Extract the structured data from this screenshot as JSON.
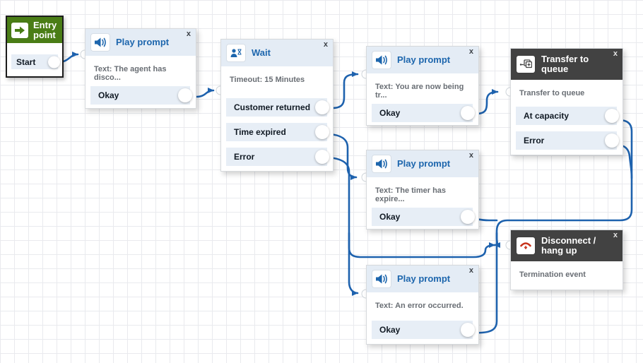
{
  "colors": {
    "connector": "#1e62ae",
    "entry_header": "#4a7d16",
    "dark_header": "#424242",
    "light_header": "#e4ecf5",
    "row_bg": "#e7eef6",
    "title_blue": "#1d66ad",
    "disconnect_red": "#c7331b"
  },
  "nodes": {
    "entry": {
      "title": "Entry point",
      "outputs": [
        "Start"
      ]
    },
    "play_prompt_1": {
      "title": "Play prompt",
      "close": "x",
      "desc": "Text: The agent has disco...",
      "outputs": [
        "Okay"
      ]
    },
    "wait": {
      "title": "Wait",
      "close": "x",
      "desc": "Timeout: 15 Minutes",
      "outputs": [
        "Customer returned",
        "Time expired",
        "Error"
      ]
    },
    "play_prompt_2": {
      "title": "Play prompt",
      "close": "x",
      "desc": "Text: You are now being tr...",
      "outputs": [
        "Okay"
      ]
    },
    "transfer_to_queue": {
      "title": "Transfer to queue",
      "close": "x",
      "desc": "Transfer to queue",
      "outputs": [
        "At capacity",
        "Error"
      ]
    },
    "play_prompt_3": {
      "title": "Play prompt",
      "close": "x",
      "desc": "Text: The timer has expire...",
      "outputs": [
        "Okay"
      ]
    },
    "disconnect": {
      "title": "Disconnect / hang up",
      "close": "x",
      "desc": "Termination event",
      "outputs": []
    },
    "play_prompt_4": {
      "title": "Play prompt",
      "close": "x",
      "desc": "Text: An error occurred.",
      "outputs": [
        "Okay"
      ]
    }
  }
}
